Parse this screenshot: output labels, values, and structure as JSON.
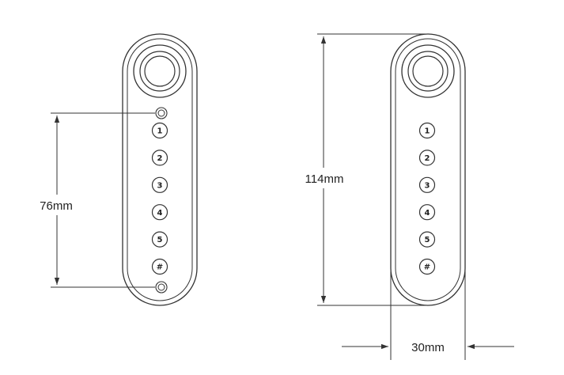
{
  "diagram": {
    "dimensions": {
      "hole_spacing": "76mm",
      "height": "114mm",
      "width": "30mm"
    },
    "keypad_keys": [
      "1",
      "2",
      "3",
      "4",
      "5",
      "#"
    ],
    "colors": {
      "stroke": "#333333",
      "text": "#222222",
      "background": "#ffffff"
    }
  }
}
